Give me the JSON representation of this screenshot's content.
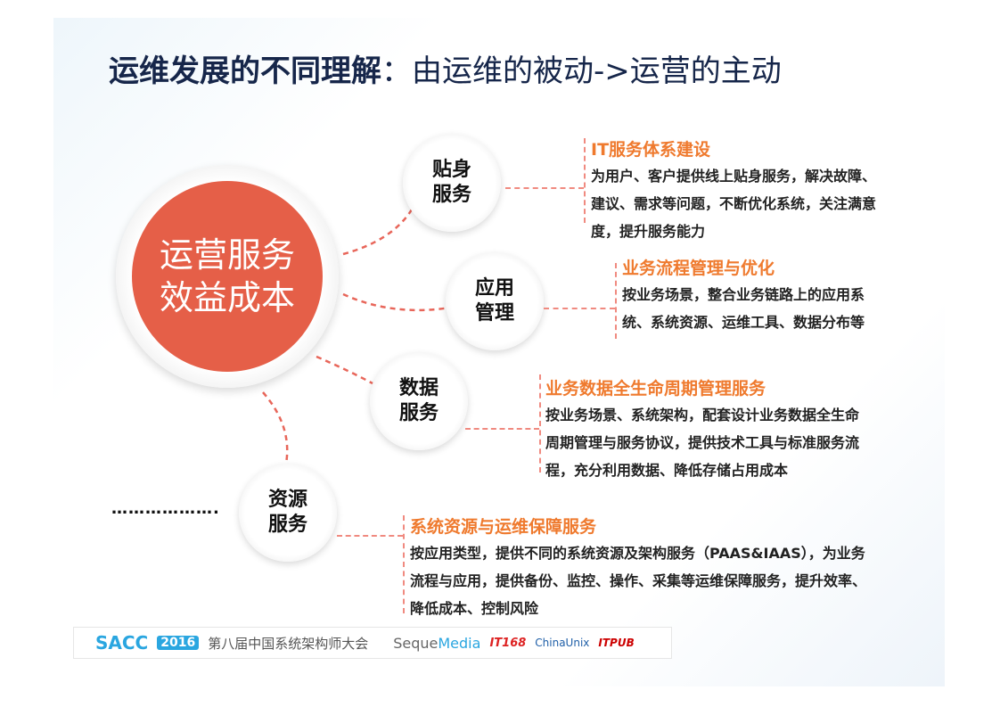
{
  "title": {
    "bold": "运维发展的不同理解",
    "rest": "：由运维的被动->运营的主动"
  },
  "center": {
    "line1": "运营服务",
    "line2": "效益成本",
    "color": "#e55f48"
  },
  "nodes": [
    {
      "l1": "贴身",
      "l2": "服务"
    },
    {
      "l1": "应用",
      "l2": "管理"
    },
    {
      "l1": "数据",
      "l2": "服务"
    },
    {
      "l1": "资源",
      "l2": "服务"
    }
  ],
  "blocks": [
    {
      "heading": "IT服务体系建设",
      "lines": [
        "为用户、客户提供线上贴身服务，解决故障、",
        "建议、需求等问题，不断优化系统，关注满意",
        "度，提升服务能力"
      ]
    },
    {
      "heading": "业务流程管理与优化",
      "lines": [
        "按业务场景，整合业务链路上的应用系",
        "统、系统资源、运维工具、数据分布等"
      ]
    },
    {
      "heading": "业务数据全生命周期管理服务",
      "lines": [
        "按业务场景、系统架构，配套设计业务数据全生命",
        "周期管理与服务协议，提供技术工具与标准服务流",
        "程，充分利用数据、降低存储占用成本"
      ]
    },
    {
      "heading": "系统资源与运维保障服务",
      "lines": [
        "按应用类型，提供不同的系统资源及架构服务（PAAS&IAAS），为业务",
        "流程与应用，提供备份、监控、操作、采集等运维保障服务，提升效率、",
        "降低成本、控制风险"
      ]
    }
  ],
  "ellipsis": "……………….",
  "footer": {
    "sacc": "SACC",
    "year": "2016",
    "conference": "第八届中国系统架构师大会",
    "seque": "Seque",
    "media": "Media",
    "it168": "IT168",
    "chinaunix": "ChinaUnix",
    "itpub": "ITPUB"
  },
  "accent": "#ef7a2e"
}
